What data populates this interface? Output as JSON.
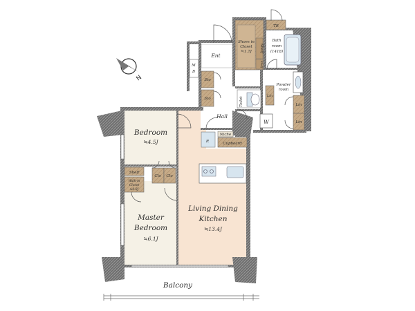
{
  "rooms": {
    "bedroom": {
      "name": "Bedroom",
      "area": "≒4.5J"
    },
    "master_bedroom": {
      "name_line1": "Master",
      "name_line2": "Bedroom",
      "area": "≒6.1J"
    },
    "ldk": {
      "name_line1": "Living Dining",
      "name_line2": "Kitchen",
      "area": "≒13.4J"
    },
    "hall": "Hall",
    "entrance": "Ent",
    "bathroom": {
      "line1": "Bath",
      "line2": "room",
      "line3": "(1418)"
    },
    "powder_room": {
      "line1": "Powder",
      "line2": "room"
    },
    "toilet": "Toilet",
    "balcony": "Balcony"
  },
  "storage": {
    "shoes_in_closet": {
      "line1": "Shoes in",
      "line2": "Closet",
      "line3": "≒1.7J"
    },
    "shelf_top": "Shelf",
    "shelf_wic": "Shelf",
    "sto_1": "Sto",
    "sto_2": "Sto",
    "lin_1": "Lin",
    "lin_2": "Lin",
    "lin_3": "Lin",
    "clo_1": "Clo",
    "clo_2": "Clo",
    "walk_in_closet": {
      "line1": "Walk-in",
      "line2": "Closet",
      "line3": "≒0.8J"
    },
    "cupboard": "Cupboard",
    "niche": "Niche",
    "tr": "TR",
    "mb_line1": "M",
    "mb_line2": "B",
    "w": "W",
    "r": "R",
    "small_shelf": "Shelf"
  },
  "compass": {
    "label": "N"
  },
  "colors": {
    "wall": "#5f5f5f",
    "wall_texture": "#8a8a8a",
    "ldk_floor": "#f8e4d2",
    "bedroom_floor": "#f5f1e6",
    "wet_floor": "#ffffff",
    "storage_brown": "#c6ab88",
    "storage_dark": "#a88c69",
    "fixture_blue": "#d7e5ef",
    "line": "#555555"
  }
}
